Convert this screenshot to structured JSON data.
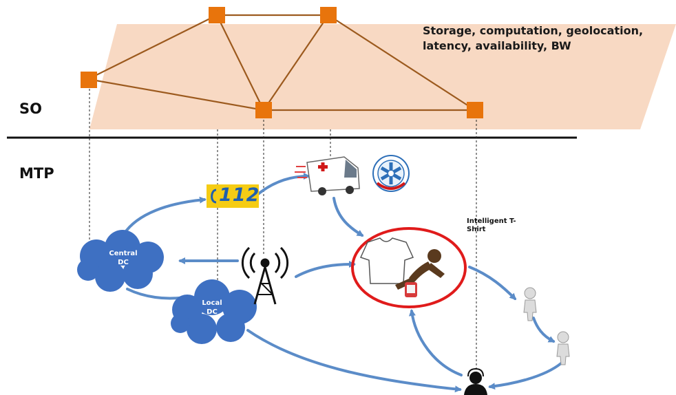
{
  "layers": {
    "so": "SO",
    "mtp": "MTP"
  },
  "so_note": {
    "line1": "Storage, computation, geolocation,",
    "line2": "latency, availability, BW"
  },
  "clouds": {
    "central_line1": "Central",
    "central_line2": "DC",
    "local_line1": "Local",
    "local_line2": "DC"
  },
  "emergency_number": "112",
  "tshirt_label": {
    "line1": "Intelligent T-",
    "line2": "Shirt"
  },
  "colors": {
    "node": "#E8740C",
    "edge": "#9C5A1E",
    "plane": "#F8D9C3",
    "arrow": "#5B8CC8",
    "cloud": "#3E70C2",
    "ring": "#E01B1B",
    "badge_bg": "#F5CC14",
    "badge_fg": "#1F5FAF"
  },
  "icons": [
    "ambulance-icon",
    "medical-emblem-icon",
    "antenna-tower-icon",
    "tshirt-icon",
    "fallen-person-icon",
    "smartwatch-icon",
    "person-icon",
    "operator-icon"
  ]
}
